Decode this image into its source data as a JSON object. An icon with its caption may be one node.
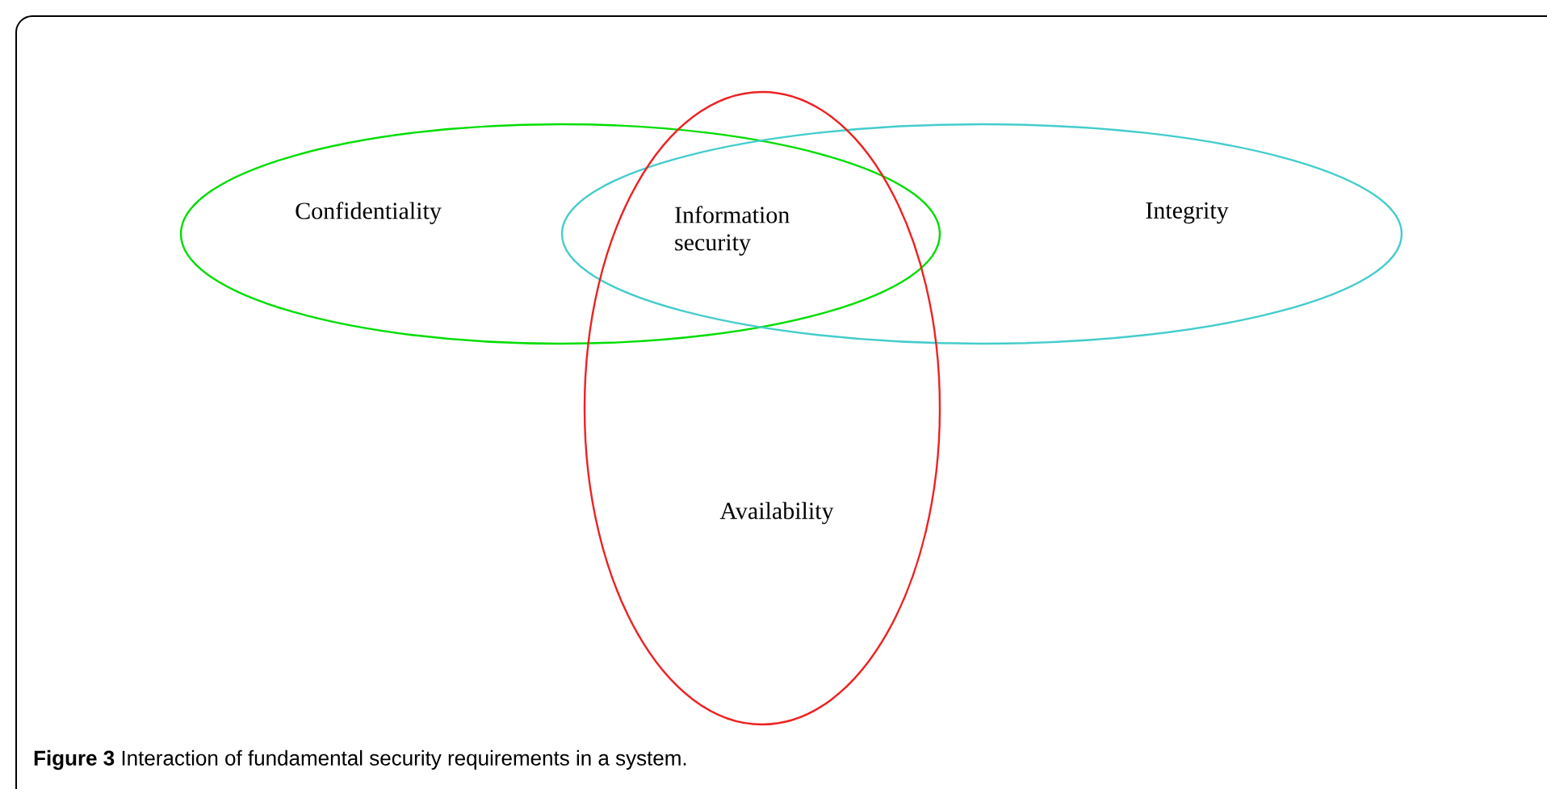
{
  "diagram": {
    "caption": "**Figure 3** Interaction of fundamental security requirements in a system.",
    "nodes": [
      {
        "text": [
          "Confidentiality"
        ]
      },
      {
        "text": [
          "Integrity"
        ]
      },
      {
        "text": [
          "Availability"
        ]
      }
    ],
    "labels": [
      "Information security"
    ]
  }
}
